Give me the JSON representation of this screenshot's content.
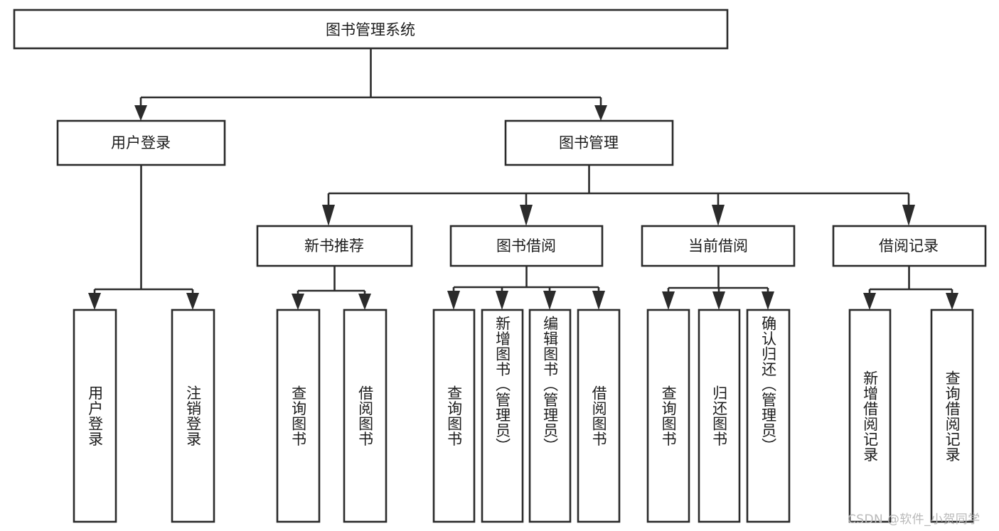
{
  "diagram": {
    "title": "图书管理系统",
    "type": "tree-hierarchy",
    "watermark": "CSDN @软件_小贺同学",
    "colors": {
      "stroke": "#2b2b2b",
      "node_fill": "#ffffff",
      "text": "#1c1c1c",
      "background": "#ffffff",
      "watermark": "#b9b9b9"
    },
    "root": {
      "label": "图书管理系统"
    },
    "level2": [
      {
        "label": "用户登录"
      },
      {
        "label": "图书管理"
      }
    ],
    "level3": [
      {
        "label": "新书推荐"
      },
      {
        "label": "图书借阅"
      },
      {
        "label": "当前借阅"
      },
      {
        "label": "借阅记录"
      }
    ],
    "leaves": {
      "user_login": [
        {
          "label": "用户登录"
        },
        {
          "label": "注销登录"
        }
      ],
      "new_book": [
        {
          "label": "查询图书"
        },
        {
          "label": "借阅图书"
        }
      ],
      "book_borrow": [
        {
          "label": "查询图书"
        },
        {
          "label": "新增图书（管理员）"
        },
        {
          "label": "编辑图书（管理员）"
        },
        {
          "label": "借阅图书"
        }
      ],
      "current_borrow": [
        {
          "label": "查询图书"
        },
        {
          "label": "归还图书"
        },
        {
          "label": "确认归还（管理员）"
        }
      ],
      "borrow_record": [
        {
          "label": "新增借阅记录"
        },
        {
          "label": "查询借阅记录"
        }
      ]
    }
  },
  "chart_data": {
    "type": "table",
    "title": "图书管理系统",
    "nodes": [
      {
        "id": "root",
        "label": "图书管理系统",
        "level": 0,
        "parent": null
      },
      {
        "id": "n_user_login",
        "label": "用户登录",
        "level": 1,
        "parent": "root"
      },
      {
        "id": "n_book_mgmt",
        "label": "图书管理",
        "level": 1,
        "parent": "root"
      },
      {
        "id": "n_new_book",
        "label": "新书推荐",
        "level": 2,
        "parent": "n_book_mgmt"
      },
      {
        "id": "n_book_borrow",
        "label": "图书借阅",
        "level": 2,
        "parent": "n_book_mgmt"
      },
      {
        "id": "n_current_borrow",
        "label": "当前借阅",
        "level": 2,
        "parent": "n_book_mgmt"
      },
      {
        "id": "n_borrow_record",
        "label": "借阅记录",
        "level": 2,
        "parent": "n_book_mgmt"
      },
      {
        "id": "l1",
        "label": "用户登录",
        "level": 3,
        "parent": "n_user_login"
      },
      {
        "id": "l2",
        "label": "注销登录",
        "level": 3,
        "parent": "n_user_login"
      },
      {
        "id": "l3",
        "label": "查询图书",
        "level": 3,
        "parent": "n_new_book"
      },
      {
        "id": "l4",
        "label": "借阅图书",
        "level": 3,
        "parent": "n_new_book"
      },
      {
        "id": "l5",
        "label": "查询图书",
        "level": 3,
        "parent": "n_book_borrow"
      },
      {
        "id": "l6",
        "label": "新增图书（管理员）",
        "level": 3,
        "parent": "n_book_borrow"
      },
      {
        "id": "l7",
        "label": "编辑图书（管理员）",
        "level": 3,
        "parent": "n_book_borrow"
      },
      {
        "id": "l8",
        "label": "借阅图书",
        "level": 3,
        "parent": "n_book_borrow"
      },
      {
        "id": "l9",
        "label": "查询图书",
        "level": 3,
        "parent": "n_current_borrow"
      },
      {
        "id": "l10",
        "label": "归还图书",
        "level": 3,
        "parent": "n_current_borrow"
      },
      {
        "id": "l11",
        "label": "确认归还（管理员）",
        "level": 3,
        "parent": "n_current_borrow"
      },
      {
        "id": "l12",
        "label": "新增借阅记录",
        "level": 3,
        "parent": "n_borrow_record"
      },
      {
        "id": "l13",
        "label": "查询借阅记录",
        "level": 3,
        "parent": "n_borrow_record"
      }
    ]
  }
}
